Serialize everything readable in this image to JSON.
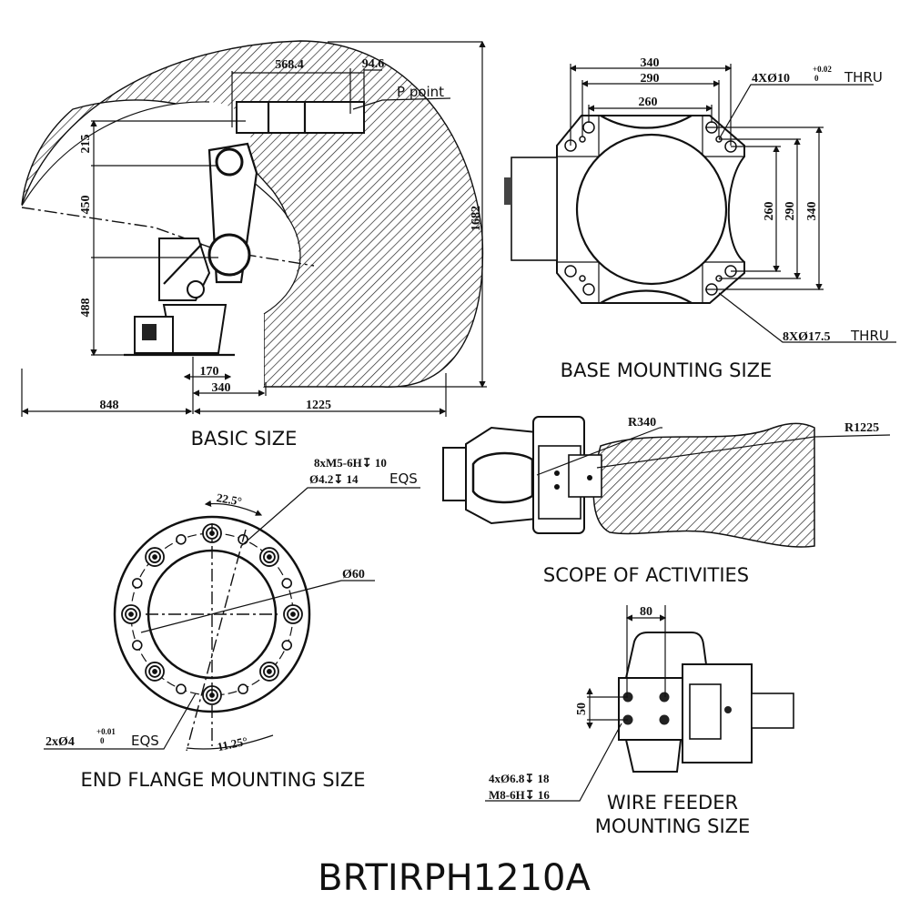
{
  "model_name": "BRTIRPH1210A",
  "basic_size": {
    "caption": "BASIC SIZE",
    "p_point_label": "P point",
    "dims": {
      "top_a": "568.4",
      "top_b": "94.6",
      "height_upper": "215",
      "height_mid": "450",
      "height_lower": "488",
      "total_height": "1682",
      "base_half": "170",
      "base_full": "340",
      "reach_back": "848",
      "reach_front": "1225"
    }
  },
  "base_mounting": {
    "caption": "BASE MOUNTING SIZE",
    "dims_horizontal": [
      "340",
      "290",
      "260"
    ],
    "dims_vertical": [
      "260",
      "290",
      "340"
    ],
    "callout_top": {
      "text": "4XØ10",
      "tol_upper": "+0.02",
      "tol_lower": "0",
      "suffix": "THRU"
    },
    "callout_bottom": {
      "text": "8XØ17.5",
      "suffix": "THRU"
    }
  },
  "scope": {
    "caption": "SCOPE OF ACTIVITIES",
    "inner_radius": "R340",
    "outer_radius": "R1225"
  },
  "end_flange": {
    "caption": "END FLANGE MOUNTING SIZE",
    "callout_top_line1": "8xM5-6H↧ 10",
    "callout_top_line2": "Ø4.2↧ 14",
    "callout_top_suffix": "EQS",
    "angle_top": "22.5°",
    "diameter": "Ø60",
    "callout_bottom": {
      "text": "2xØ4",
      "tol_upper": "+0.01",
      "tol_lower": "0",
      "suffix": "EQS"
    },
    "angle_bottom": "11.25°"
  },
  "wire_feeder": {
    "caption_line1": "WIRE FEEDER",
    "caption_line2": "MOUNTING SIZE",
    "dim_horizontal": "80",
    "dim_vertical": "50",
    "callout_line1": "4xØ6.8↧ 18",
    "callout_line2": "M8-6H↧ 16"
  }
}
